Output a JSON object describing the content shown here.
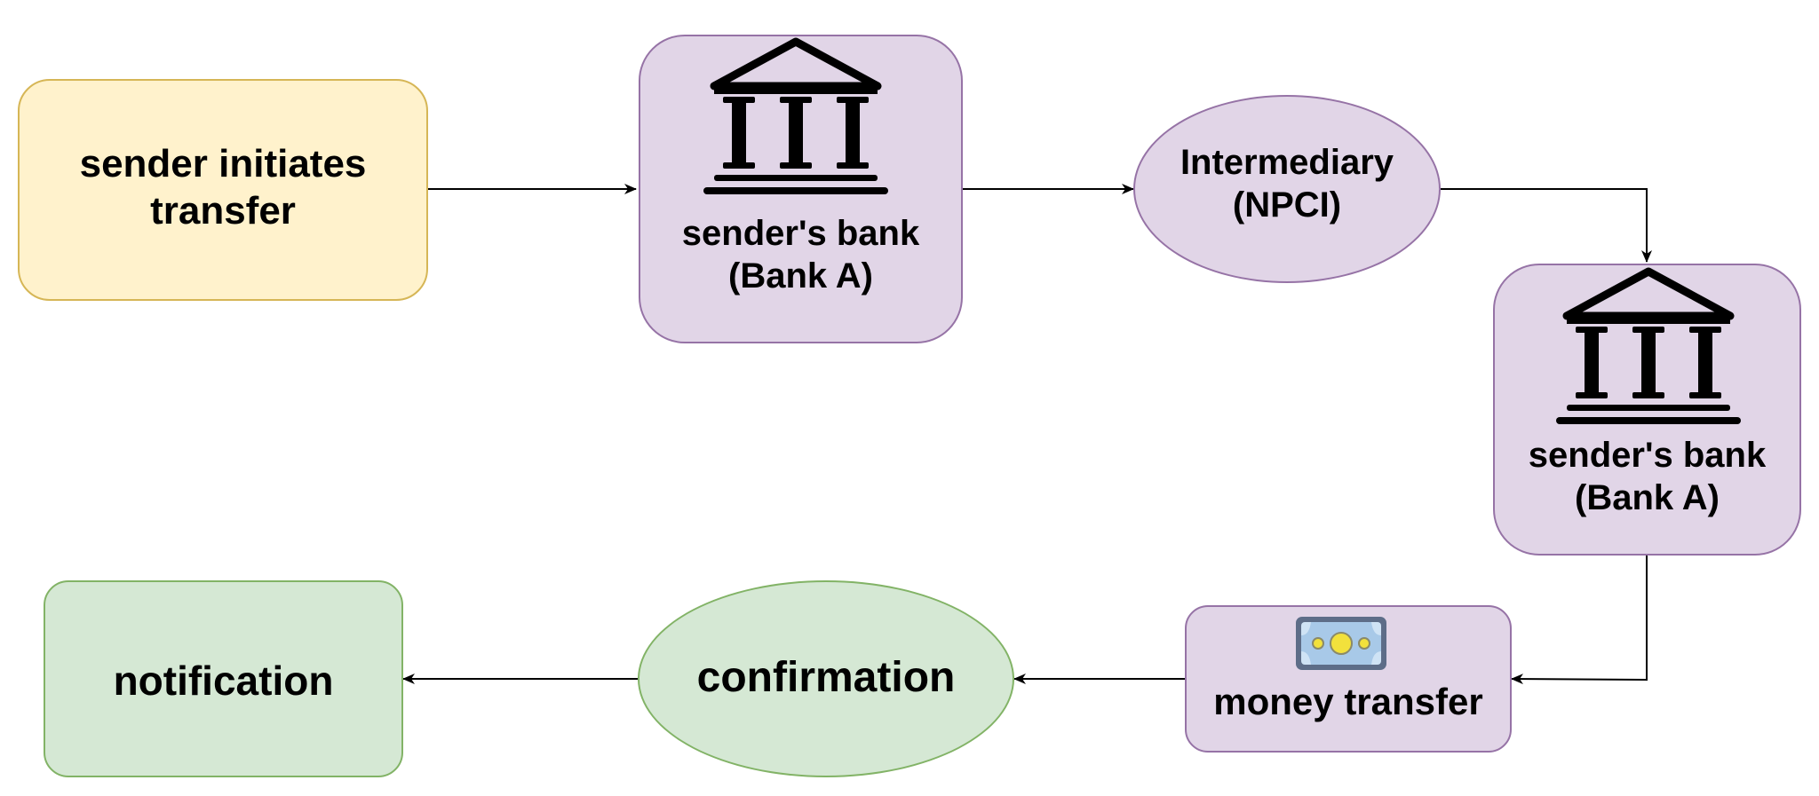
{
  "diagram": {
    "nodes": {
      "sender": {
        "line1": "sender initiates",
        "line2": "transfer"
      },
      "bank_a": {
        "line1": "sender's bank",
        "line2": "(Bank A)",
        "icon": "bank-icon"
      },
      "npci": {
        "line1": "Intermediary",
        "line2": "(NPCI)"
      },
      "bank_b": {
        "line1": "sender's bank",
        "line2": "(Bank A)",
        "icon": "bank-icon"
      },
      "money": {
        "label": "money transfer",
        "icon": "banknote-icon"
      },
      "confirmation": {
        "label": "confirmation"
      },
      "notification": {
        "label": "notification"
      }
    },
    "colors": {
      "yellow_fill": "#fff2cc",
      "yellow_stroke": "#d6b656",
      "purple_fill": "#e1d5e7",
      "purple_stroke": "#9673a6",
      "green_fill": "#d5e8d4",
      "green_stroke": "#82b366"
    }
  }
}
